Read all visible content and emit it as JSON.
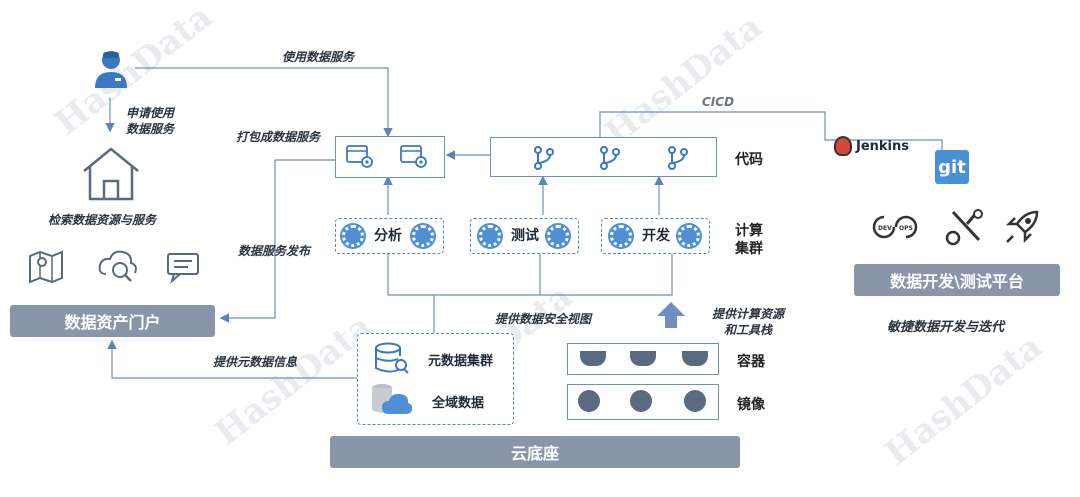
{
  "watermark": "HashData",
  "labels": {
    "use_data_service": "使用数据服务",
    "apply_use": "申请使用",
    "data_service": "数据服务",
    "pack_service": "打包成数据服务",
    "search_resources": "检索数据资源与服务",
    "publish_service": "数据服务发布",
    "provide_metadata": "提供元数据信息",
    "provide_security_view": "提供数据安全视图",
    "provide_compute": "提供计算资源",
    "and_toolstack": "和工具栈",
    "cicd": "CICD"
  },
  "portal": {
    "title": "数据资产门户"
  },
  "base": {
    "title": "云底座"
  },
  "code": {
    "label": "代码"
  },
  "cluster": {
    "label_line1": "计算",
    "label_line2": "集群"
  },
  "compute_boxes": [
    "分析",
    "测试",
    "开发"
  ],
  "storage": {
    "metadata": "元数据集群",
    "global": "全域数据"
  },
  "container": {
    "label": "容器"
  },
  "image": {
    "label": "镜像"
  },
  "devplatform": {
    "title": "数据开发\\测试平台",
    "subtitle": "敏捷数据开发与迭代"
  },
  "jenkins": {
    "label": "Jenkins"
  },
  "git": {
    "label": "git"
  }
}
